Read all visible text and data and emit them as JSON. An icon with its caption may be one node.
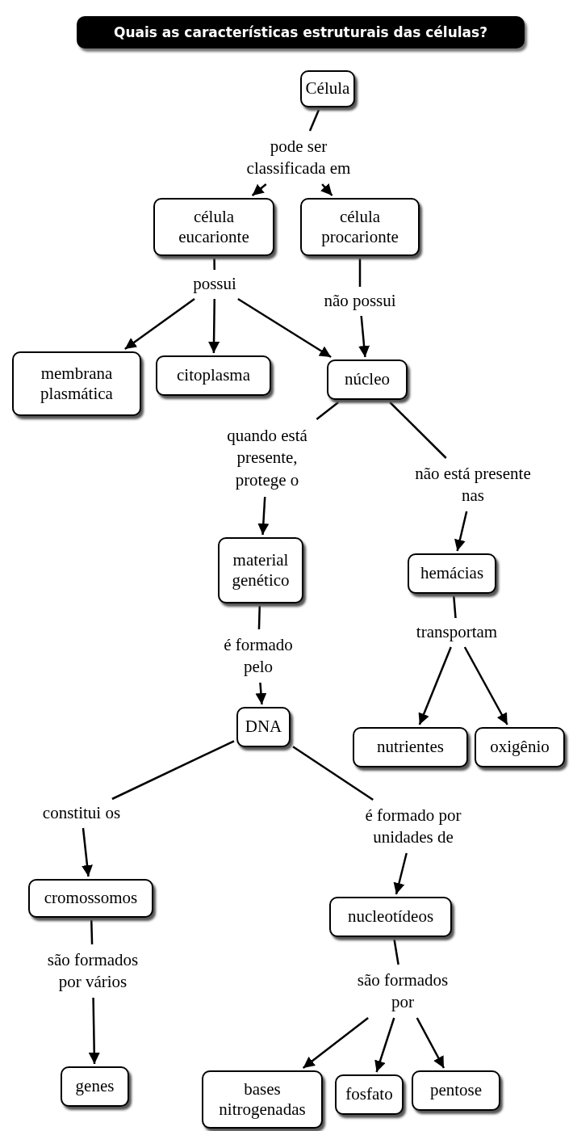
{
  "diagram": {
    "title": "Quais as características estruturais das células?",
    "nodes": [
      {
        "text": [
          "Célula"
        ]
      },
      {
        "text": [
          "pode ser classificada em"
        ]
      },
      {
        "text": [
          "célula eucarionte"
        ]
      },
      {
        "text": [
          "célula procarionte"
        ]
      },
      {
        "text": [
          "possui"
        ]
      },
      {
        "text": [
          "não possui"
        ]
      },
      {
        "text": [
          "membrana plasmática"
        ]
      },
      {
        "text": [
          "citoplasma"
        ]
      },
      {
        "text": [
          "núcleo"
        ]
      },
      {
        "text": [
          "quando está presente, protege o"
        ]
      },
      {
        "text": [
          "não está presente nas"
        ]
      },
      {
        "text": [
          "material genético"
        ]
      },
      {
        "text": [
          "hemácias"
        ]
      },
      {
        "text": [
          "é formado pelo"
        ]
      },
      {
        "text": [
          "transportam"
        ]
      },
      {
        "text": [
          "DNA"
        ]
      },
      {
        "text": [
          "nutrientes"
        ]
      },
      {
        "text": [
          "oxigênio"
        ]
      },
      {
        "text": [
          "constitui os"
        ]
      },
      {
        "text": [
          "é formado por unidades de"
        ]
      },
      {
        "text": [
          "cromossomos"
        ]
      },
      {
        "text": [
          "nucleotídeos"
        ]
      },
      {
        "text": [
          "são formados por vários"
        ]
      },
      {
        "text": [
          "são formados por"
        ]
      },
      {
        "text": [
          "genes"
        ]
      },
      {
        "text": [
          "bases nitrogenadas"
        ]
      },
      {
        "text": [
          "fosfato"
        ]
      },
      {
        "text": [
          "pentose"
        ]
      }
    ],
    "edges": [
      {
        "from": 0,
        "to": 1,
        "arrow": "none"
      },
      {
        "from": 1,
        "to": 2,
        "arrow": "to"
      },
      {
        "from": 1,
        "to": 3,
        "arrow": "to"
      },
      {
        "from": 2,
        "to": 4,
        "arrow": "none"
      },
      {
        "from": 4,
        "to": 6,
        "arrow": "to"
      },
      {
        "from": 4,
        "to": 7,
        "arrow": "to"
      },
      {
        "from": 4,
        "to": 8,
        "arrow": "to"
      },
      {
        "from": 3,
        "to": 5,
        "arrow": "none"
      },
      {
        "from": 5,
        "to": 8,
        "arrow": "to"
      },
      {
        "from": 8,
        "to": 9,
        "arrow": "none"
      },
      {
        "from": 8,
        "to": 10,
        "arrow": "none"
      },
      {
        "from": 9,
        "to": 11,
        "arrow": "to"
      },
      {
        "from": 10,
        "to": 12,
        "arrow": "to"
      },
      {
        "from": 11,
        "to": 13,
        "arrow": "none"
      },
      {
        "from": 13,
        "to": 15,
        "arrow": "to"
      },
      {
        "from": 12,
        "to": 14,
        "arrow": "none"
      },
      {
        "from": 14,
        "to": 16,
        "arrow": "to"
      },
      {
        "from": 14,
        "to": 17,
        "arrow": "to"
      },
      {
        "from": 15,
        "to": 18,
        "arrow": "none"
      },
      {
        "from": 15,
        "to": 19,
        "arrow": "none"
      },
      {
        "from": 18,
        "to": 20,
        "arrow": "to"
      },
      {
        "from": 19,
        "to": 21,
        "arrow": "to"
      },
      {
        "from": 20,
        "to": 22,
        "arrow": "none"
      },
      {
        "from": 22,
        "to": 24,
        "arrow": "to"
      },
      {
        "from": 21,
        "to": 23,
        "arrow": "none"
      },
      {
        "from": 23,
        "to": 25,
        "arrow": "to"
      },
      {
        "from": 23,
        "to": 26,
        "arrow": "to"
      },
      {
        "from": 23,
        "to": 27,
        "arrow": "to"
      }
    ]
  }
}
